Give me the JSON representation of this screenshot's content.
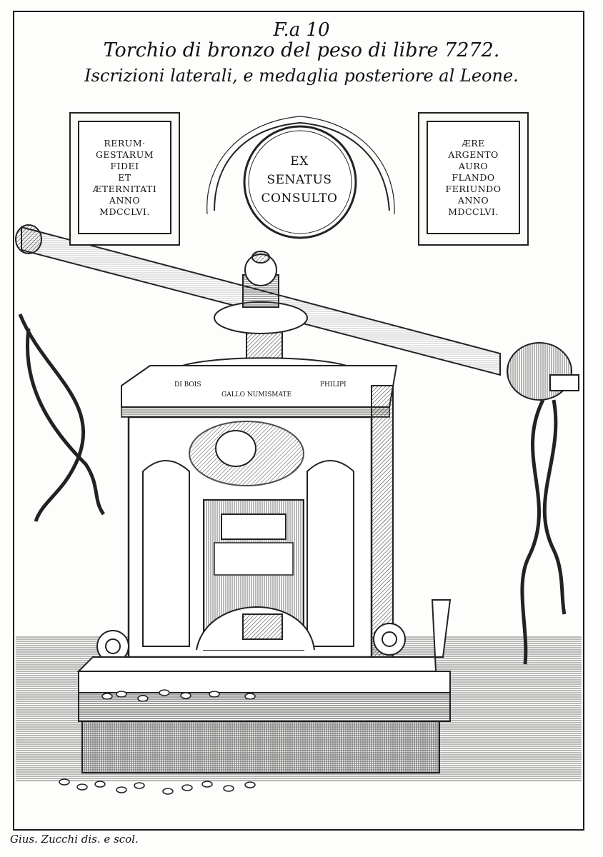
{
  "header": {
    "figure_number": "F.a 10",
    "title_line1": "Torchio di bronzo del peso di libre 7272.",
    "title_line2": "Iscrizioni laterali, e medaglia posteriore al Leone."
  },
  "left_inscription": {
    "lines": [
      "RERUM·",
      "GESTARUM",
      "FIDEI",
      "ET",
      "ÆTERNITATI",
      "ANNO",
      "MDCCLVI."
    ]
  },
  "medal": {
    "lines": [
      "EX",
      "SENATUS",
      "CONSULTO"
    ]
  },
  "right_inscription": {
    "lines": [
      "ÆRE",
      "ARGENTO",
      "AURO",
      "FLANDO",
      "FERIUNDO",
      "ANNO",
      "MDCCLVI."
    ]
  },
  "press_inscription": {
    "left": "DI BOIS",
    "middle": "GALLO NUMISMATE",
    "right": "PHILIPI"
  },
  "footer": {
    "signature": "Gius. Zucchi dis. e scol."
  }
}
